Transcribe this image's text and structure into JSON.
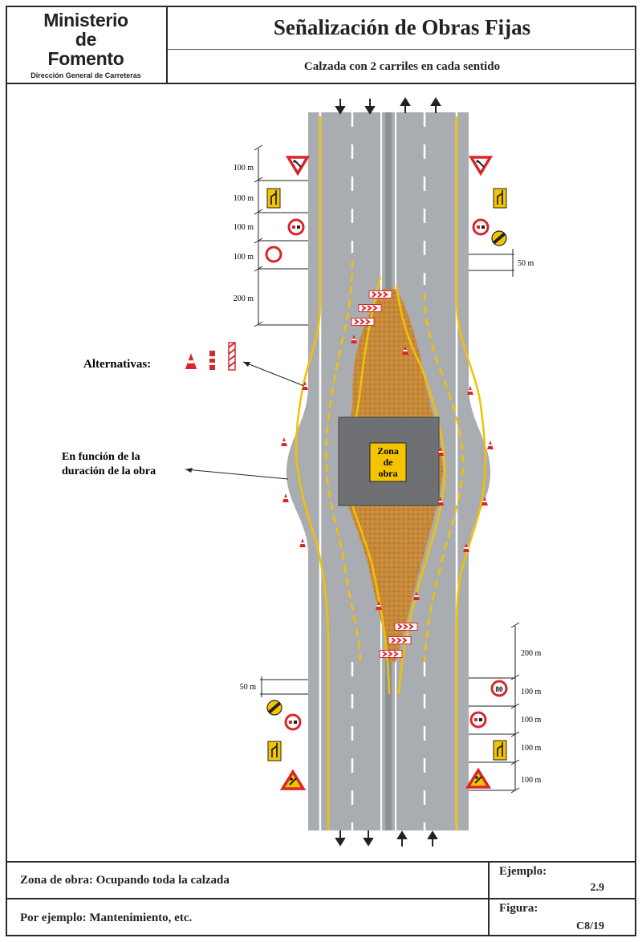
{
  "header": {
    "org_line1": "Ministerio",
    "org_line2": "de",
    "org_line3": "Fomento",
    "org_sub": "Dirección General de Carreteras",
    "title": "Señalización de Obras Fijas",
    "subtitle": "Calzada con 2 carriles en cada sentido"
  },
  "diagram": {
    "work_zone_line1": "Zona",
    "work_zone_line2": "de",
    "work_zone_line3": "obra",
    "alternatives_label": "Alternativas:",
    "duration_line1": "En función de la",
    "duration_line2": "duración de la obra",
    "distances_top_left": [
      "100 m",
      "100 m",
      "100 m",
      "100 m",
      "200 m"
    ],
    "distance_top_right": "50 m",
    "distances_bottom_right": [
      "200 m",
      "100 m",
      "100 m",
      "100 m",
      "100 m"
    ],
    "distance_bottom_left": "50 m",
    "speed_limit": "80",
    "colors": {
      "road": "#a9adb1",
      "road_dark": "#8c9196",
      "yellow_line": "#f2c200",
      "work_area": "#c78a3a",
      "work_zone_box": "#6e7074",
      "warning_red": "#d8262b",
      "sign_yellow": "#f4c400"
    }
  },
  "footer": {
    "work_zone_desc": "Zona de obra: Ocupando toda la calzada",
    "example_desc": "Por ejemplo: Mantenimiento, etc.",
    "example_label": "Ejemplo:",
    "example_value": "2.9",
    "figure_label": "Figura:",
    "figure_value": "C8/19"
  }
}
